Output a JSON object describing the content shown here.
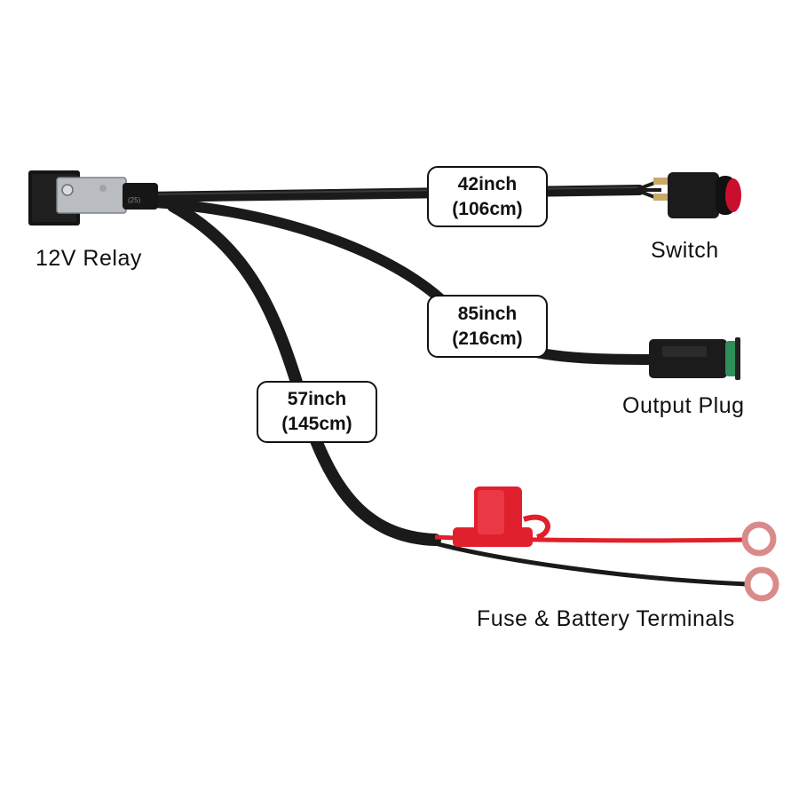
{
  "components": {
    "relay": "12V Relay",
    "switch": "Switch",
    "output_plug": "Output Plug",
    "fuse_terminals": "Fuse & Battery Terminals"
  },
  "relay_marking": "(25)",
  "lengths": {
    "switch_inch": "42inch",
    "switch_cm": "(106cm)",
    "output_inch": "85inch",
    "output_cm": "(216cm)",
    "battery_inch": "57inch",
    "battery_cm": "(145cm)"
  },
  "colors": {
    "cable": "#1a1a1a",
    "fuse_holder": "#e0202c",
    "positive_wire": "#e0202c",
    "terminal": "#d98b8b",
    "seal": "#2f8f5a",
    "switch_light": "#c8102e"
  }
}
